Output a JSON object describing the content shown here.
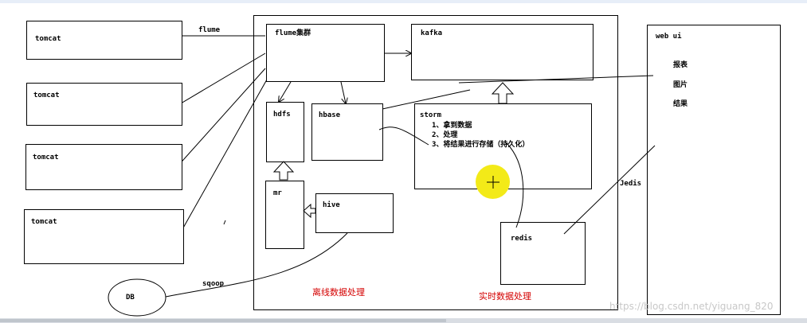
{
  "nodes": {
    "tomcat1": "tomcat",
    "tomcat2": "tomcat",
    "tomcat3": "tomcat",
    "tomcat4": "tomcat",
    "flume_cluster": "flume集群",
    "kafka": "kafka",
    "hdfs": "hdfs",
    "hbase": "hbase",
    "storm": "storm",
    "storm_steps": [
      "1、拿到数据",
      "2、处理",
      "3、将结果进行存储（持久化）"
    ],
    "mr": "mr",
    "hive": "hive",
    "redis": "redis",
    "db": "DB",
    "webui": "web ui",
    "webui_items": [
      "报表",
      "图片",
      "结果"
    ]
  },
  "edge_labels": {
    "flume": "flume",
    "sqoop": "sqoop",
    "jedis": "Jedis"
  },
  "region_labels": {
    "offline": "离线数据处理",
    "realtime": "实时数据处理"
  },
  "watermark": "https://blog.csdn.net/yiguang_820",
  "colors": {
    "region_label": "#d40000",
    "cursor": "#f3ea18"
  }
}
